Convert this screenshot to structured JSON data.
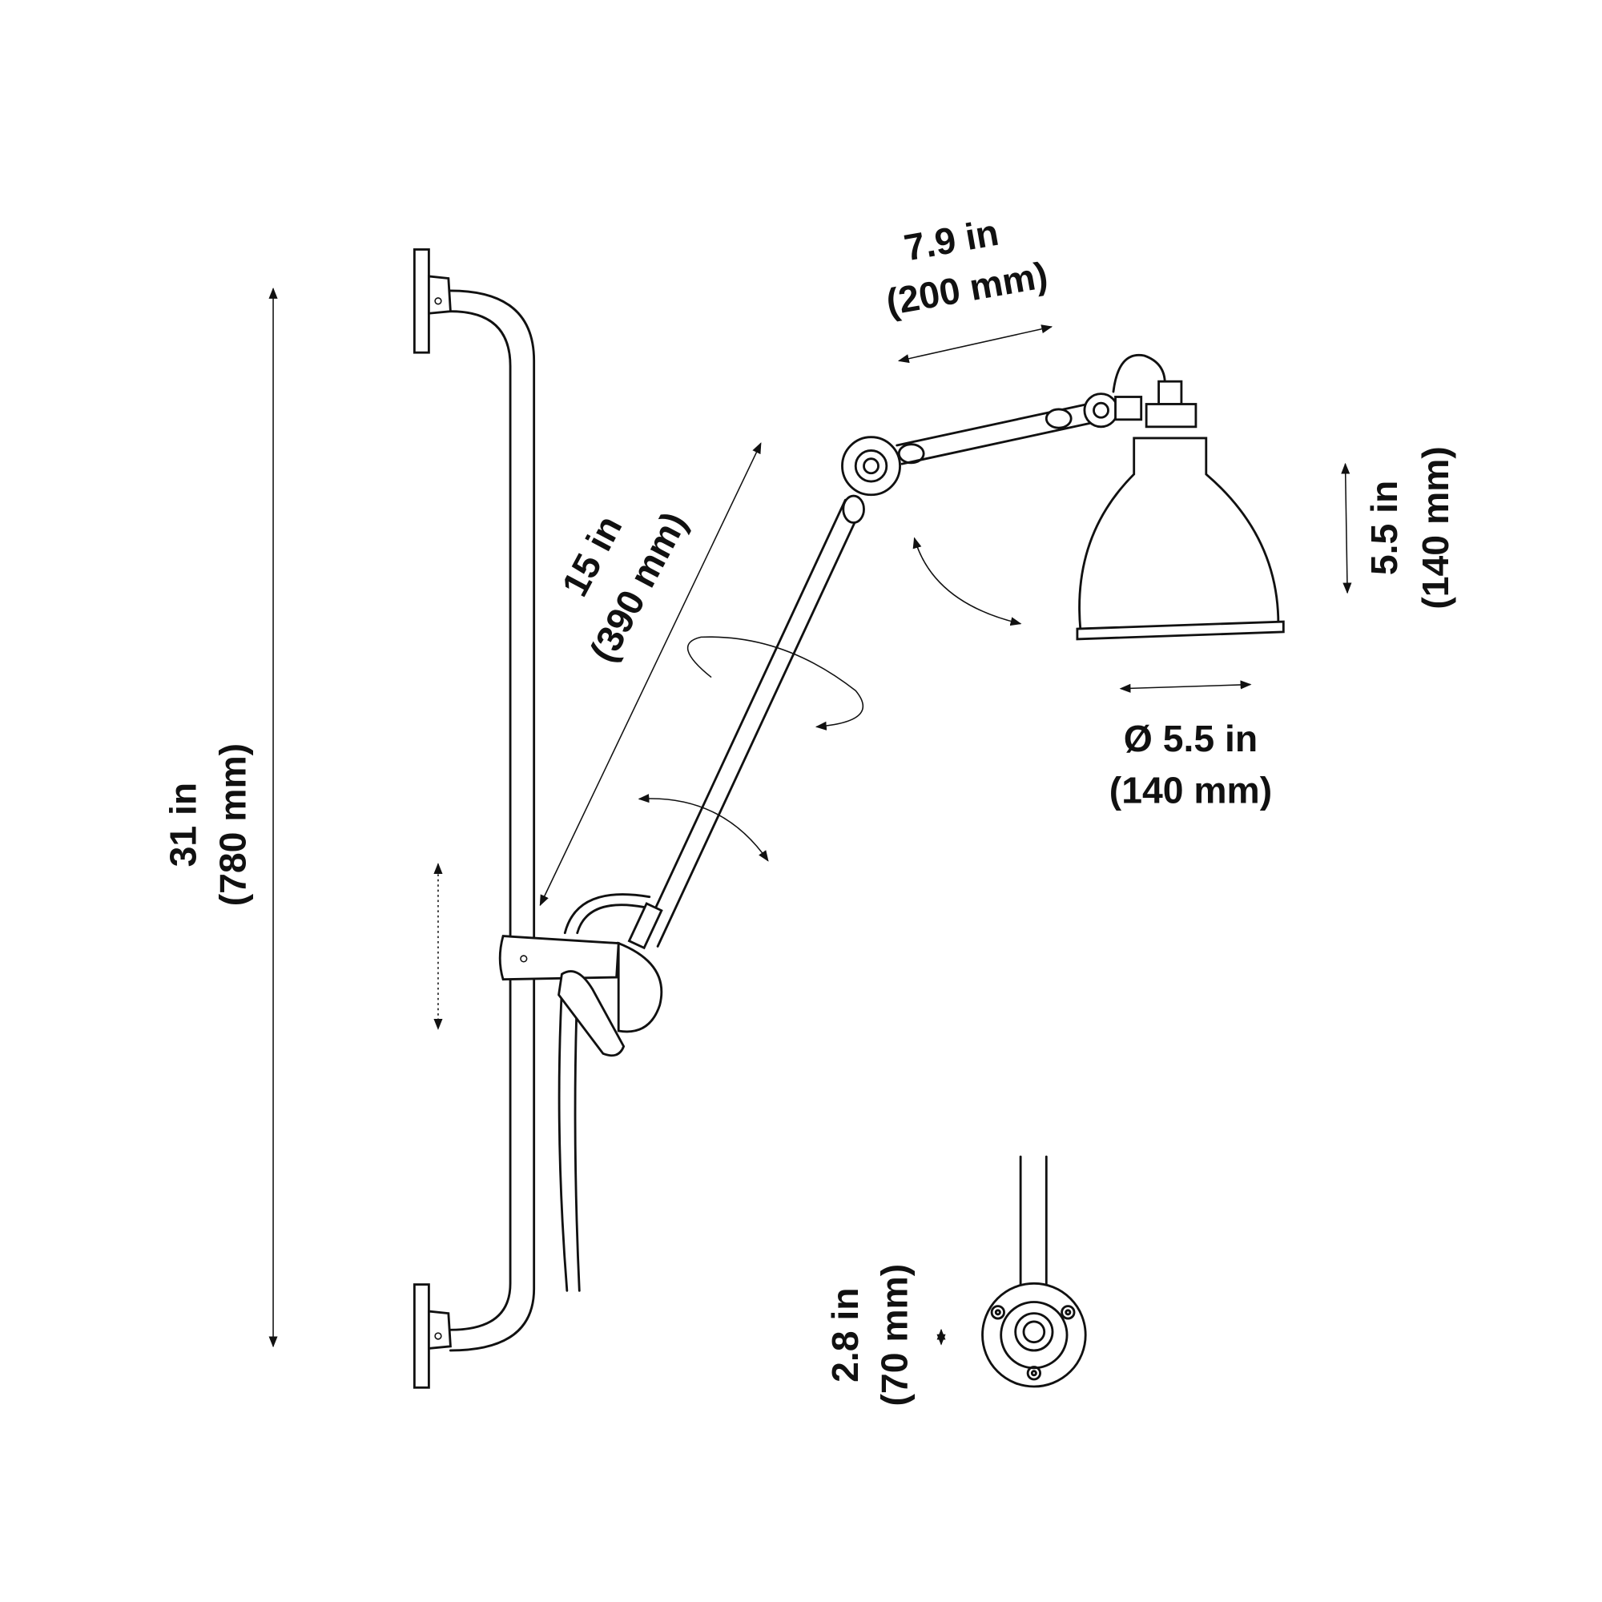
{
  "dimensions": {
    "total_height": {
      "imperial": "31 in",
      "metric": "(780 mm)"
    },
    "lower_arm": {
      "imperial": "15 in",
      "metric": "(390 mm)"
    },
    "upper_arm": {
      "imperial": "7.9 in",
      "metric": "(200 mm)"
    },
    "shade_height": {
      "imperial": "5.5 in",
      "metric": "(140 mm)"
    },
    "shade_diameter": {
      "imperial": "Ø 5.5 in",
      "metric": "(140 mm)"
    },
    "base_diameter": {
      "imperial": "2.8 in",
      "metric": "(70 mm)"
    }
  },
  "colors": {
    "line": "#111111",
    "background": "#ffffff"
  }
}
